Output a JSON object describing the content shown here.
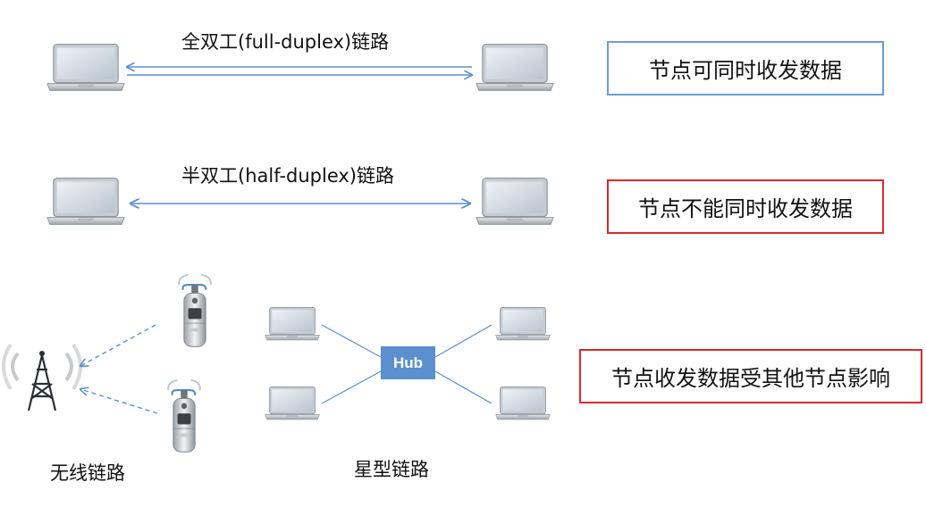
{
  "full_duplex": {
    "title": "全双工(full-duplex)链路",
    "note": "节点可同时收发数据",
    "note_border": "#6a9fd3"
  },
  "half_duplex": {
    "title": "半双工(half-duplex)链路",
    "note": "节点不能同时收发数据",
    "note_border": "#d9292f"
  },
  "wireless": {
    "title": "无线链路"
  },
  "star": {
    "title": "星型链路",
    "hub_label": "Hub",
    "note": "节点收发数据受其他节点影响",
    "note_border": "#d9292f"
  },
  "colors": {
    "link": "#5b8fce",
    "hub": "#5b8fce"
  },
  "icons": [
    "laptop-icon",
    "flip-phone-icon",
    "radio-tower-icon"
  ]
}
